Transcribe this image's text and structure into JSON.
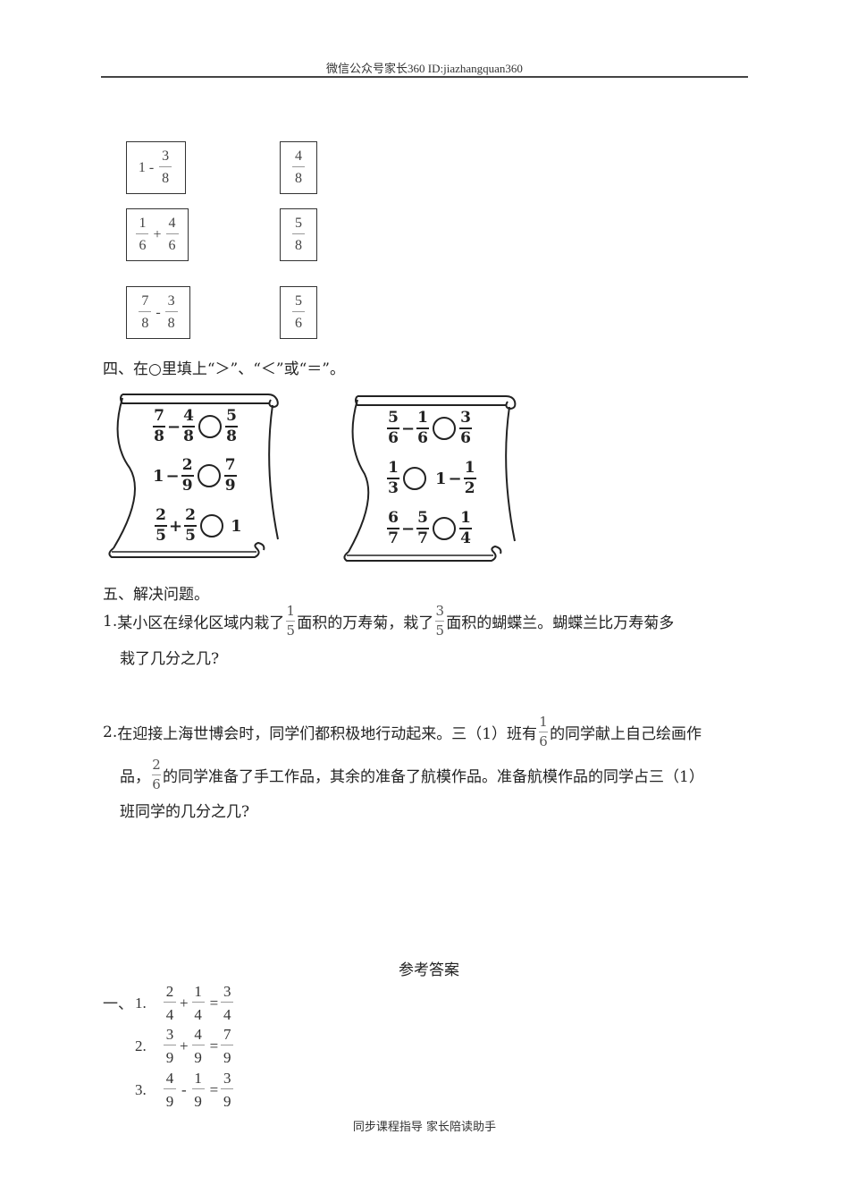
{
  "header": {
    "text": "微信公众号家长360 ID:jiazhangquan360"
  },
  "matching": {
    "left": [
      {
        "prefix": "1 -",
        "frac": {
          "n": "3",
          "d": "8"
        }
      },
      {
        "a": {
          "n": "1",
          "d": "6"
        },
        "op": "+",
        "b": {
          "n": "4",
          "d": "6"
        }
      },
      {
        "a": {
          "n": "7",
          "d": "8"
        },
        "op": "-",
        "b": {
          "n": "3",
          "d": "8"
        }
      }
    ],
    "right": [
      {
        "n": "4",
        "d": "8"
      },
      {
        "n": "5",
        "d": "8"
      },
      {
        "n": "5",
        "d": "6"
      }
    ]
  },
  "section4": {
    "title": "四、在○里填上“＞”、“＜”或“＝”。",
    "scroll_left": [
      {
        "a": {
          "n": "7",
          "d": "8"
        },
        "op": "−",
        "b": {
          "n": "4",
          "d": "8"
        },
        "c": {
          "n": "5",
          "d": "8"
        }
      },
      {
        "whole": "1",
        "op": "−",
        "b": {
          "n": "2",
          "d": "9"
        },
        "c": {
          "n": "7",
          "d": "9"
        }
      },
      {
        "a": {
          "n": "2",
          "d": "5"
        },
        "op": "+",
        "b": {
          "n": "2",
          "d": "5"
        },
        "cwhole": "1"
      }
    ],
    "scroll_right": [
      {
        "a": {
          "n": "5",
          "d": "6"
        },
        "op": "−",
        "b": {
          "n": "1",
          "d": "6"
        },
        "c": {
          "n": "3",
          "d": "6"
        }
      },
      {
        "a": {
          "n": "1",
          "d": "3"
        },
        "whole": "1",
        "op": "−",
        "c": {
          "n": "1",
          "d": "2"
        }
      },
      {
        "a": {
          "n": "6",
          "d": "7"
        },
        "op": "−",
        "b": {
          "n": "5",
          "d": "7"
        },
        "c": {
          "n": "1",
          "d": "4"
        }
      }
    ]
  },
  "section5": {
    "title": "五、解决问题。",
    "q1": {
      "num": "1.",
      "p1": "某小区在绿化区域内栽了",
      "f1": {
        "n": "1",
        "d": "5"
      },
      "p2": "面积的万寿菊，栽了",
      "f2": {
        "n": "3",
        "d": "5"
      },
      "p3": "面积的蝴蝶兰。蝴蝶兰比万寿菊多",
      "line2": "栽了几分之几?"
    },
    "q2": {
      "num": "2.",
      "p1": "在迎接上海世博会时，同学们都积极地行动起来。三（1）班有",
      "f1": {
        "n": "1",
        "d": "6"
      },
      "p2": "的同学献上自己绘画作",
      "l2a": "品，",
      "f2": {
        "n": "2",
        "d": "6"
      },
      "l2b": "的同学准备了手工作品，其余的准备了航模作品。准备航模作品的同学占三（1）",
      "line3": "班同学的几分之几?"
    }
  },
  "answers": {
    "title": "参考答案",
    "prefix": "一、",
    "items": [
      {
        "num": "1.",
        "a": {
          "n": "2",
          "d": "4"
        },
        "op": "+",
        "b": {
          "n": "1",
          "d": "4"
        },
        "eq": "=",
        "c": {
          "n": "3",
          "d": "4"
        }
      },
      {
        "num": "2.",
        "a": {
          "n": "3",
          "d": "9"
        },
        "op": "+",
        "b": {
          "n": "4",
          "d": "9"
        },
        "eq": "=",
        "c": {
          "n": "7",
          "d": "9"
        }
      },
      {
        "num": "3.",
        "a": {
          "n": "4",
          "d": "9"
        },
        "op": "-",
        "b": {
          "n": "1",
          "d": "9"
        },
        "eq": "=",
        "c": {
          "n": "3",
          "d": "9"
        }
      }
    ]
  },
  "footer": {
    "text": "同步课程指导 家长陪读助手"
  }
}
